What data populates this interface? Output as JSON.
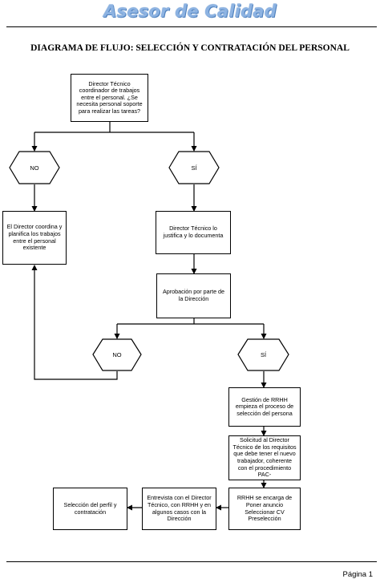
{
  "header": {
    "brand": "Asesor de Calidad",
    "title": "DIAGRAMA DE FLUJO: SELECCIÓN Y CONTRATACIÓN DEL PERSONAL"
  },
  "footer": {
    "page_label": "Página 1"
  },
  "flowchart": {
    "start_box": "Director Técnico coordinador de trabajos entre el personal. ¿Se necesita personal soporte para realizar las tareas?",
    "decision1_no": "NO",
    "decision1_si": "SÍ",
    "no_branch_box": "El Director coordina y planifica los trabajos entre el personal existente",
    "justify_box": "Director Técnico lo justifica y lo documenta",
    "approval_box": "Aprobación por parte de la Dirección",
    "decision2_no": "NO",
    "decision2_si": "SÍ",
    "rrhh_box": "Gestión de RRHH empieza el proceso de selección del persona",
    "request_box": "Solicitud al Director Técnico de los requisitos que debe tener el nuevo trabajador, coherente con el procedimiento PAC-",
    "announce_box": "RRHH se encarga de Poner anuncio Seleccionar CV Preselección",
    "interview_box": "Entrevista con el Director Técnico, con RRHH y en algunos casos con la Dirección",
    "final_box": "Selección del perfil y contratación"
  },
  "colors": {
    "brand_fill": "#8db3e2",
    "brand_outline": "#4f81bd",
    "line": "#000000"
  }
}
